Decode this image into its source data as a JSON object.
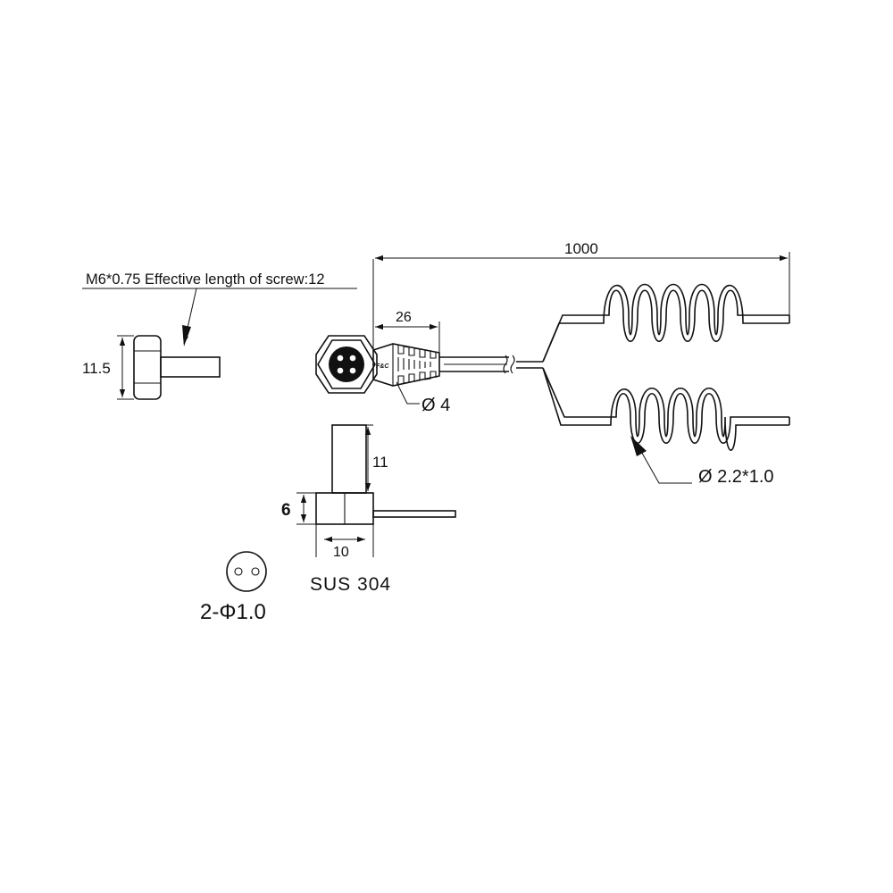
{
  "labels": {
    "screw_note": "M6*0.75 Effective length of screw:12",
    "height_11_5": "11.5",
    "total_length": "1000",
    "cable_26": "26",
    "diameter_4": "Ø 4",
    "dim_11": "11",
    "dim_6": "6",
    "dim_10": "10",
    "material": "SUS 304",
    "hole_note": "2-Φ1.0",
    "wire_size": "Ø 2.2*1.0",
    "logo": "F&C"
  },
  "colors": {
    "line": "#111111",
    "background": "#ffffff"
  }
}
